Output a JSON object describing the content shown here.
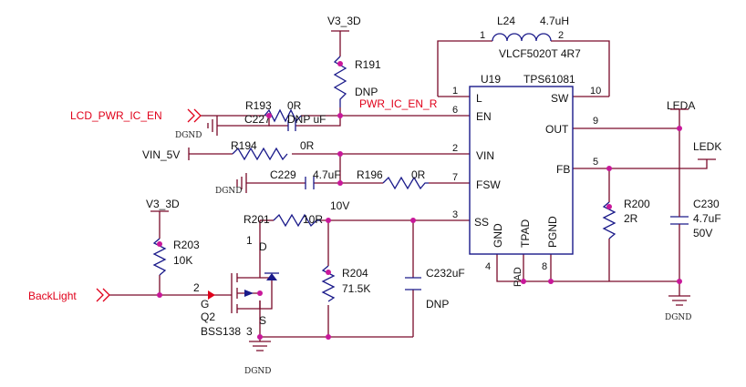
{
  "nets": {
    "v3_top": "V3_3D",
    "v3_left": "V3_3D",
    "lcd_pwr": "LCD_PWR_IC_EN",
    "vin5": "VIN_5V",
    "backlight": "BackLight",
    "pwr_ic_en": "PWR_IC_EN_R",
    "leda": "LEDA",
    "ledk": "LEDK",
    "dgnd1": "DGND",
    "dgnd2": "DGND",
    "dgnd3": "DGND",
    "dgnd4": "DGND"
  },
  "ic": {
    "ref": "U19",
    "part": "TPS61081",
    "pins": {
      "L": "L",
      "EN": "EN",
      "VIN": "VIN",
      "FSW": "FSW",
      "SS": "SS",
      "SW": "SW",
      "OUT": "OUT",
      "FB": "FB",
      "GND": "GND",
      "TPAD": "TPAD",
      "PGND": "PGND"
    },
    "pin_numbers": {
      "L": "1",
      "EN": "6",
      "VIN": "2",
      "FSW": "7",
      "SS": "3",
      "SW": "10",
      "OUT": "9",
      "FB": "5",
      "GND": "4",
      "PAD": "PAD",
      "PGND": "8"
    }
  },
  "inductor": {
    "ref": "L24",
    "value": "4.7uH",
    "part": "VLCF5020T 4R7",
    "pin1": "1",
    "pin2": "2"
  },
  "components": {
    "r191": {
      "ref": "R191",
      "value": "DNP"
    },
    "r193": {
      "ref": "R193",
      "value": "0R"
    },
    "c227": {
      "ref": "C227",
      "value": "DNP uF"
    },
    "r194": {
      "ref": "R194",
      "value": "0R"
    },
    "c229": {
      "ref": "C229",
      "value": "4.7uF"
    },
    "r196": {
      "ref": "R196",
      "value": "0R"
    },
    "r201": {
      "ref": "R201",
      "value": "10R"
    },
    "v10": "10V",
    "r203": {
      "ref": "R203",
      "value": "10K"
    },
    "r204": {
      "ref": "R204",
      "value": "71.5K"
    },
    "c232": {
      "ref": "C232uF",
      "value": "DNP"
    },
    "r200": {
      "ref": "R200",
      "value": "2R"
    },
    "c230": {
      "ref": "C230",
      "value": "4.7uF",
      "voltage": "50V"
    }
  },
  "mosfet": {
    "ref": "Q2",
    "part": "BSS138",
    "pin_g": "G",
    "pin_d": "D",
    "pin_s": "S",
    "n_g": "2",
    "n_d": "1",
    "n_s": "3"
  }
}
